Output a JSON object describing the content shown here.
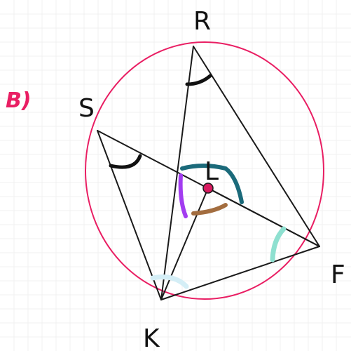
{
  "part_label": "B)",
  "points": {
    "R": "R",
    "S": "S",
    "L": "L",
    "F": "F",
    "K": "K"
  },
  "colors": {
    "circle": "#e91e63",
    "part_label": "#e91e63",
    "lines": "#1a1a1a",
    "center_fill": "#d81b60",
    "angle_dark": "#111111",
    "angle_teal": "#1b6a7a",
    "angle_purple": "#a23cf0",
    "angle_brown": "#a36d3f",
    "angle_mint": "#8ee0d0",
    "angle_pale": "#d4eef6"
  }
}
